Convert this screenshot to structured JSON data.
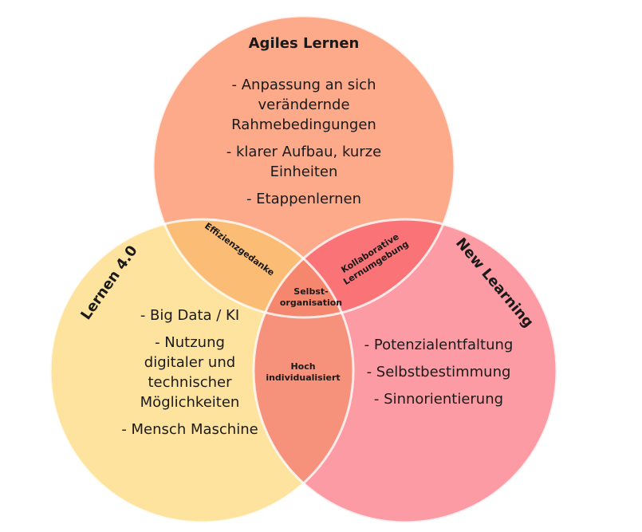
{
  "colors": {
    "top": "#fdaa8b",
    "left": "#fde39e",
    "right": "#fd9ba4",
    "top_left": "#fbbd76",
    "top_right": "#fa7377",
    "left_right": "#f6917b",
    "center": "#f4876e"
  },
  "circles": {
    "top": {
      "title": "Agiles Lernen",
      "items": [
        "- Anpassung an sich",
        "verändernde",
        "Rahmebedingungen",
        "- klarer Aufbau, kurze",
        "Einheiten",
        "- Etappenlernen"
      ]
    },
    "left": {
      "title": "Lernen 4.0",
      "items": [
        "- Big Data / KI",
        "- Nutzung",
        "digitaler und",
        "technischer",
        "Möglichkeiten",
        "- Mensch Maschine"
      ]
    },
    "right": {
      "title": "New Learning",
      "items": [
        "- Potenzialentfaltung",
        "- Selbstbestimmung",
        "- Sinnorientierung"
      ]
    }
  },
  "overlaps": {
    "top_left": "Effizienzgedanke",
    "top_right": [
      "Kollaborative",
      "Lernumgebung"
    ],
    "center": [
      "Selbst-",
      "organisation"
    ],
    "left_right": [
      "Hoch",
      "individualisiert"
    ]
  }
}
